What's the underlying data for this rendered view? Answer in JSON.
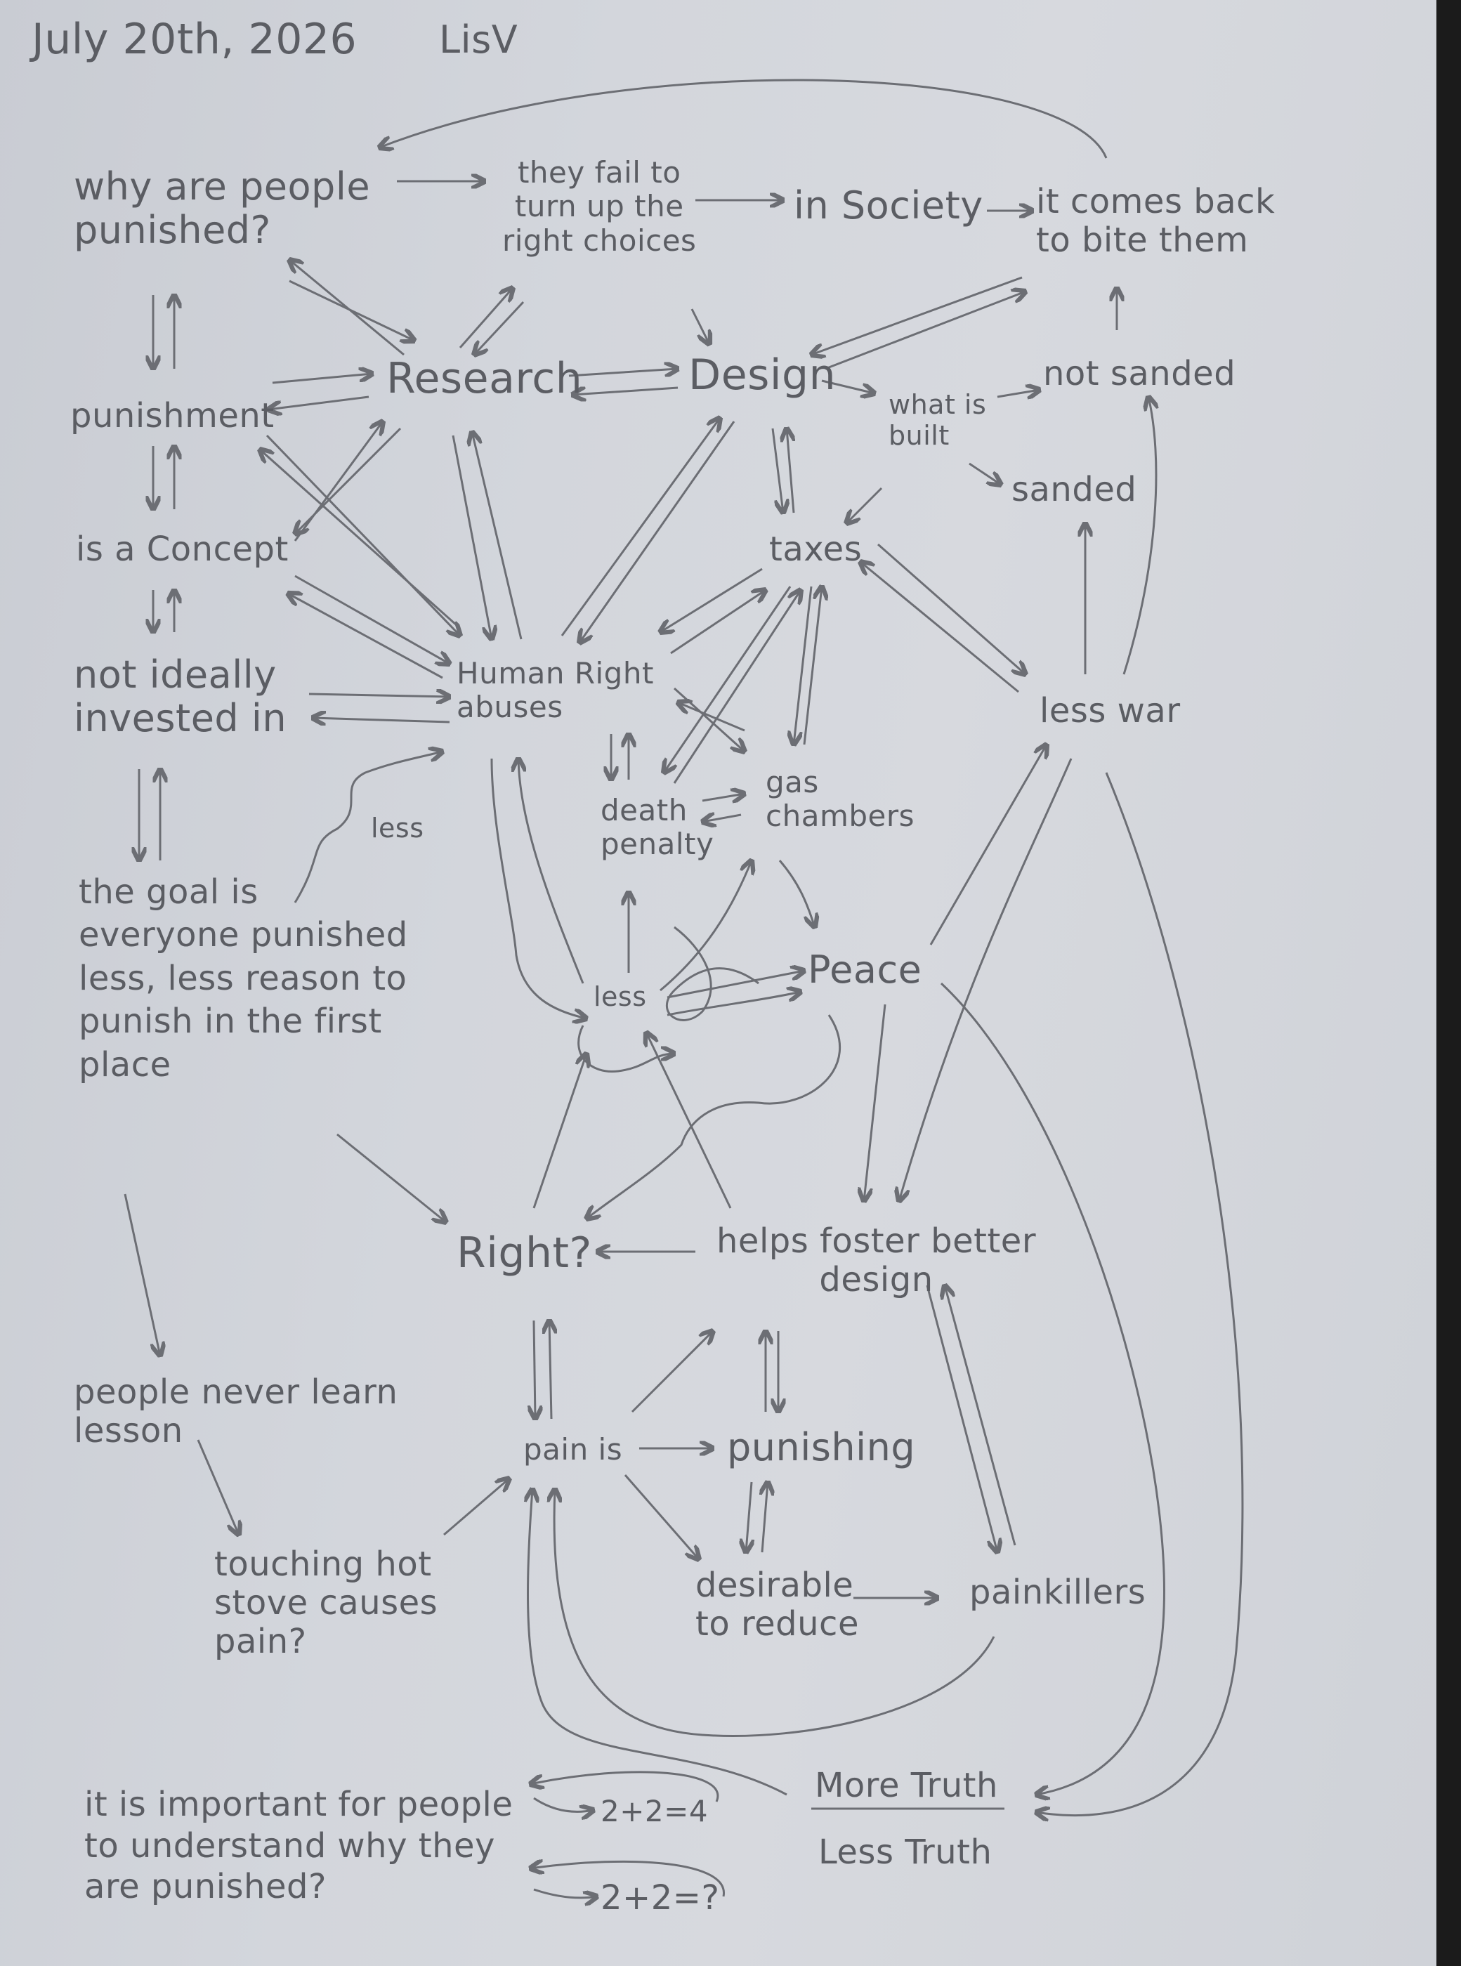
{
  "header": {
    "date": "July 20th, 2026",
    "initials": "LisV"
  },
  "nodes": {
    "why_punished": "why are people\npunished?",
    "fail_choices": "they fail to\nturn up the\nright choices",
    "in_society": "in Society",
    "bite_them": "it comes back\nto bite them",
    "punishment": "punishment",
    "research": "Research",
    "design": "Design",
    "what_built": "what is\nbuilt",
    "not_sanded": "not sanded",
    "sanded": "sanded",
    "concept": "is a Concept",
    "taxes": "taxes",
    "not_invested": "not ideally\ninvested in",
    "human_rights": "Human Right\nabuses",
    "less_war": "less war",
    "less_small": "less",
    "death_penalty": "death\npenalty",
    "gas_chambers": "gas\nchambers",
    "goal": "the goal is\neveryone punished\nless, less reason to\npunish in the first\nplace",
    "less_center": "less",
    "peace": "Peace",
    "right_q": "Right?",
    "foster_design": "helps foster better\ndesign",
    "never_learn": "people never learn\nlesson",
    "pain_is": "pain is",
    "punishing": "punishing",
    "hot_stove": "touching hot\nstove causes\npain?",
    "desirable": "desirable\nto reduce",
    "painkillers": "painkillers",
    "important": "it is important for people\nto understand why they\nare punished?",
    "eq_true": "2+2=4",
    "eq_q": "2+2=?",
    "more_truth": "More Truth",
    "less_truth": "Less Truth"
  }
}
